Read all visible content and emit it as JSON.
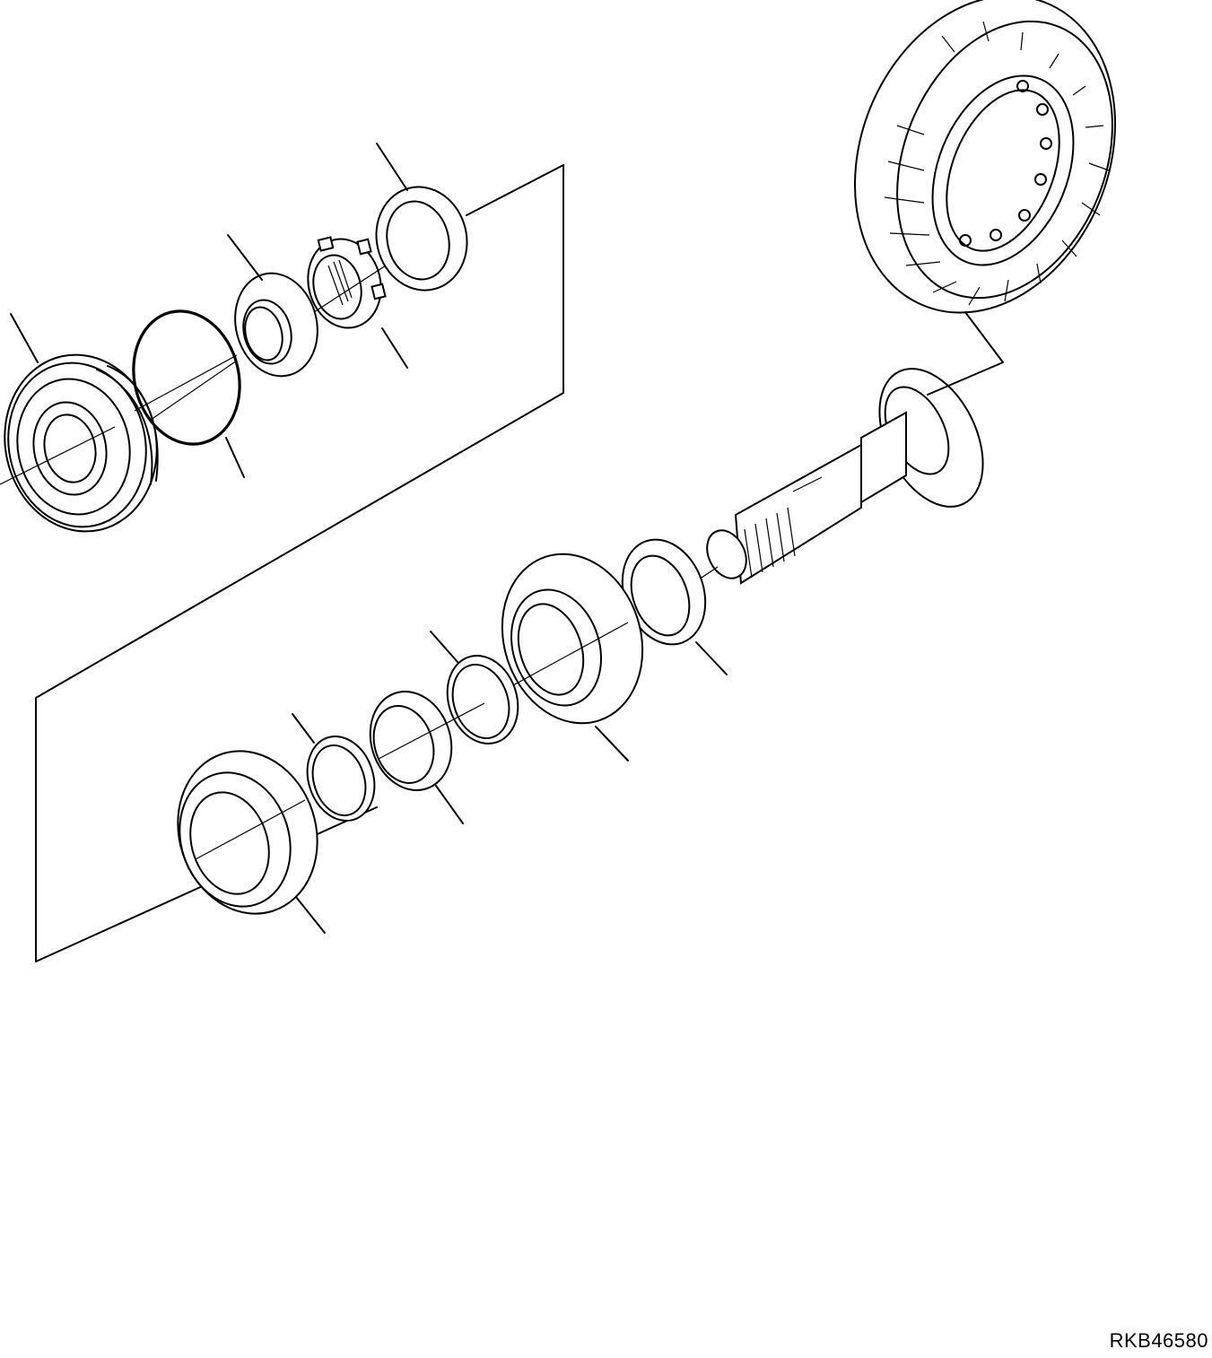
{
  "drawing_code": "RKB46580",
  "colors": {
    "line": "#000000",
    "background": "#ffffff"
  },
  "parts": [
    "flange-housing",
    "o-ring",
    "bearing-cup",
    "castle-nut",
    "lock-washer",
    "ring-gear",
    "pinion-shaft",
    "shim-washer",
    "tapered-bearing-large",
    "snap-ring-upper",
    "spacer-collar",
    "snap-ring-lower",
    "roller-bearing"
  ]
}
